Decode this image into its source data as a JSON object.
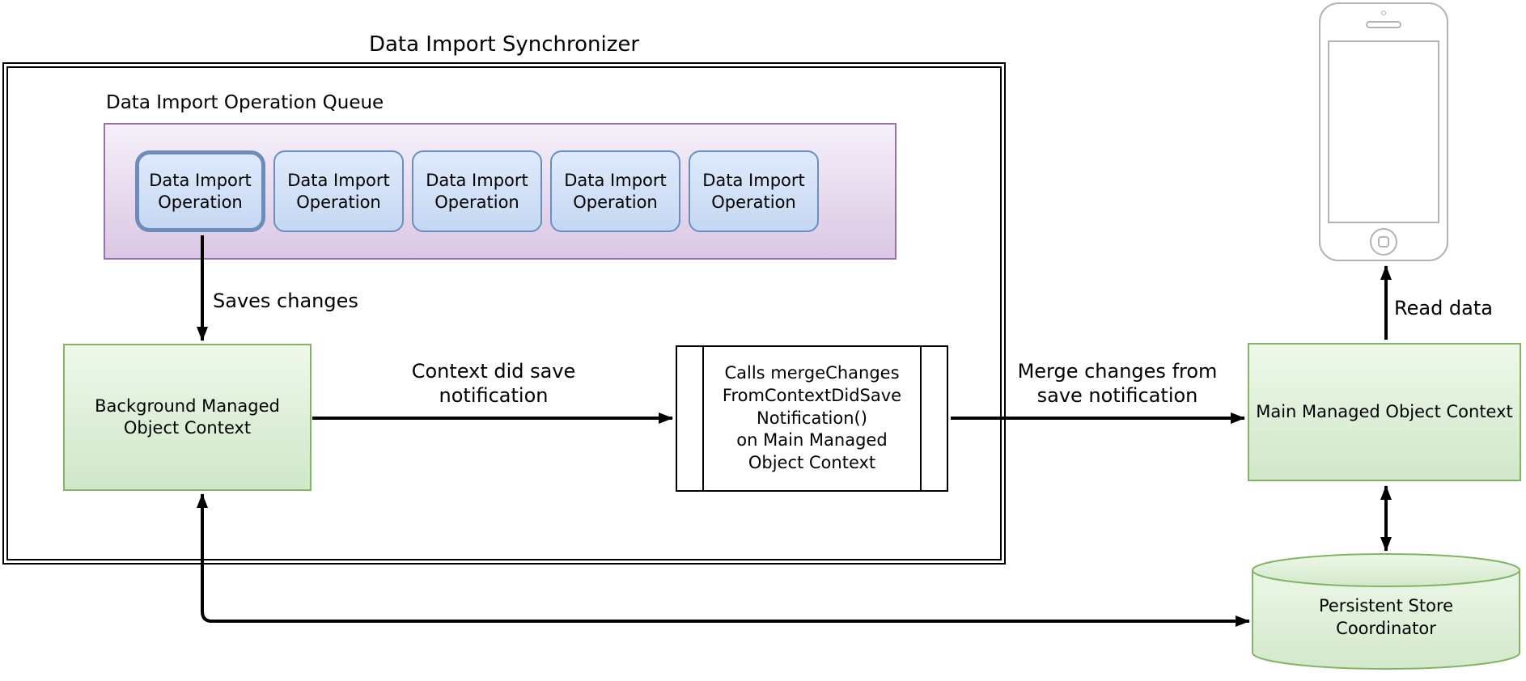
{
  "title": "Data Import Synchronizer",
  "queue": {
    "heading": "Data Import Operation Queue",
    "operations": [
      "Data Import Operation",
      "Data Import Operation",
      "Data Import Operation",
      "Data Import Operation",
      "Data Import Operation"
    ]
  },
  "nodes": {
    "background_context": "Background Managed Object Context",
    "merge_process": "Calls mergeChanges\nFromContextDidSave\nNotification()\non Main Managed\nObject Context",
    "main_context": "Main Managed Object Context",
    "persistent_store": "Persistent Store\nCoordinator"
  },
  "labels": {
    "saves_changes": "Saves changes",
    "context_did_save": "Context did save\nnotification",
    "merge_changes": "Merge changes from\nsave notification",
    "read_data": "Read data"
  },
  "colors": {
    "queue_stroke": "#9673a6",
    "queue_fill_top": "#f6f0fa",
    "queue_fill_bottom": "#dac7e3",
    "operation_stroke": "#6c8ebf",
    "operation_active_stroke": "#6e8cba",
    "operation_fill_top": "#dfeafc",
    "operation_fill_bottom": "#c5d8f2",
    "context_stroke": "#82b366",
    "context_fill_top": "#eef8ea",
    "context_fill_bottom": "#d0e7c9",
    "connector": "#000000",
    "phone_stroke": "#b3b3b3"
  }
}
